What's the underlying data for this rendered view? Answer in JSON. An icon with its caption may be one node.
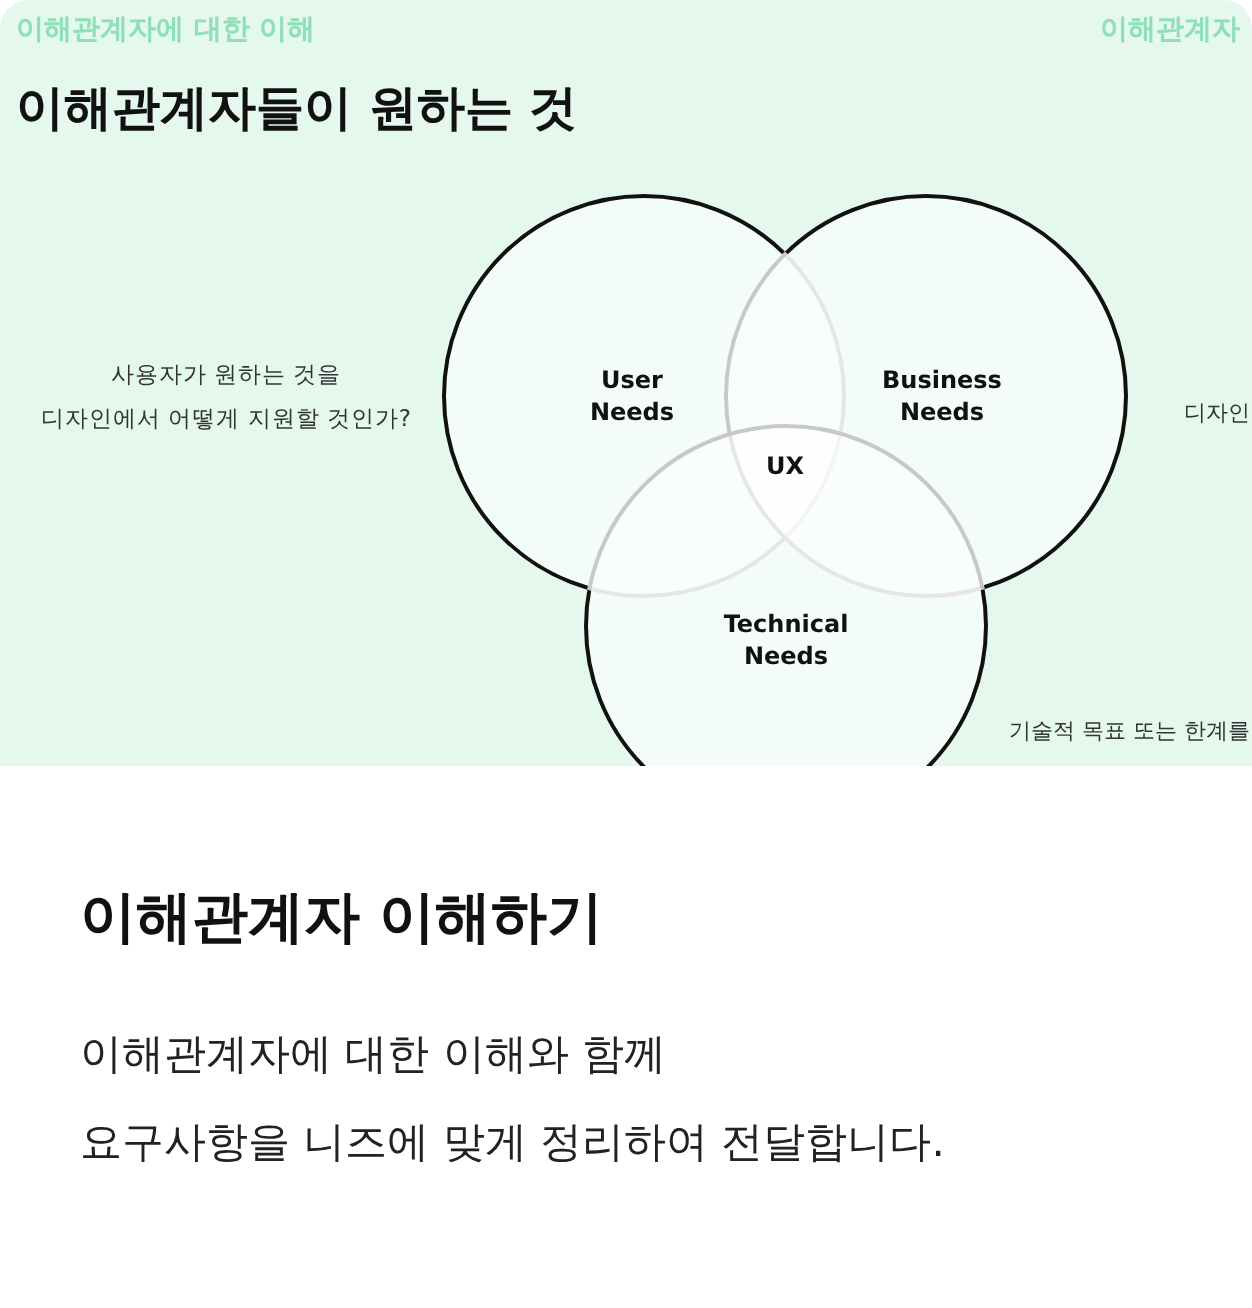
{
  "diagram": {
    "title": "이해관계자들이 원하는 것",
    "nodes": [
      {
        "text": [
          "User Needs"
        ]
      },
      {
        "text": [
          "Business Needs"
        ]
      },
      {
        "text": [
          "Technical Needs"
        ]
      }
    ],
    "labels": [
      "이해관계자에 대한 이해",
      "이해관계자",
      "사용자가 원하는 것을 디자인에서 어떻게 지원할 것인가?",
      "UX",
      "디자인",
      "기술적 목표 또는 한계를",
      "이해관계자 이해하기",
      "이해관계자에 대한 이해와 함께 요구사항을 니즈에 맞게 정리하여 전달합니다."
    ]
  }
}
